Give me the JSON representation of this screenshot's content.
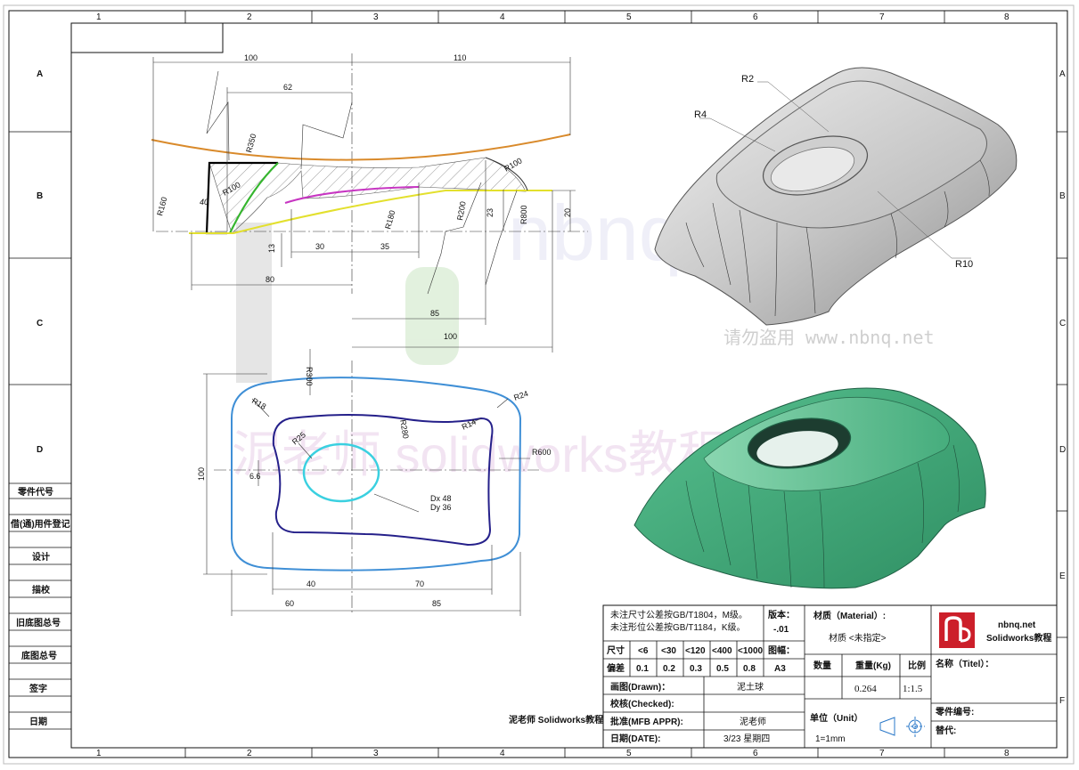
{
  "zone_columns": [
    "1",
    "2",
    "3",
    "4",
    "5",
    "6",
    "7",
    "8"
  ],
  "zone_rows": [
    "A",
    "B",
    "C",
    "D",
    "E",
    "F"
  ],
  "left_strip": {
    "labels": [
      "零件代号",
      "借(通)用件登记",
      "设计",
      "描校",
      "旧底图总号",
      "底图总号",
      "签字",
      "日期"
    ]
  },
  "top_view": {
    "dims": {
      "d100": "100",
      "d110": "110",
      "d62": "62",
      "r350": "R350",
      "r160": "R160",
      "r100a": "R100",
      "r100b": "R100",
      "d40": "40",
      "r180": "R180",
      "r200": "R200",
      "r800": "R800",
      "d23": "23",
      "d20": "20",
      "d13": "13",
      "d30": "30",
      "d35": "35",
      "d80": "80",
      "d85": "85",
      "d100b": "100"
    },
    "colors": {
      "orange": "#d98a2b",
      "green": "#35b52e",
      "magenta": "#c735c2",
      "yellow": "#e3e02e"
    }
  },
  "plan_view": {
    "dims": {
      "r300": "R300",
      "r18": "R18",
      "r24": "R24",
      "r280": "R280",
      "r25": "R25",
      "r14": "R14",
      "r600": "R600",
      "d100": "100",
      "d66": "6.6",
      "dx": "Dx 48",
      "dy": "Dy 36",
      "d40": "40",
      "d70": "70",
      "d60": "60",
      "d85": "85"
    },
    "colors": {
      "outer": "#3f8fd6",
      "inner": "#25208a",
      "hole": "#3ad0e0"
    }
  },
  "iso_view": {
    "labels": {
      "r2": "R2",
      "r4": "R4",
      "r10": "R10"
    }
  },
  "watermarks": {
    "url_cn": "请勿盗用 www.nbnq.net",
    "brand_big": "nbnq.net",
    "cn_mid": "泥老师 solidworks教程"
  },
  "credit": "泥老师 Solidworks教程",
  "title_block": {
    "note_line1": "未注尺寸公差按GB/T1804，M级。",
    "note_line2": "未注形位公差按GB/T1184，K级。",
    "version_label": "版本：",
    "version_value": "-.01",
    "tol_head": [
      "尺寸",
      "<6",
      "<30",
      "<120",
      "<400",
      "<1000"
    ],
    "tol_vals": [
      "偏差",
      "0.1",
      "0.2",
      "0.3",
      "0.5",
      "0.8"
    ],
    "sheet_label": "图幅：",
    "sheet_value": "A3",
    "material_label": "材质（Material）:",
    "material_value": "材质 <未指定>",
    "qty_label": "数量",
    "weight_label": "重量(Kg)",
    "scale_label": "比例",
    "weight_value": "0.264",
    "scale_value": "1:1.5",
    "drawn_label": "画图(Drawn)：",
    "drawn_value": "泥土球",
    "checked_label": "校核(Checked):",
    "appr_label": "批准(MFB APPR):",
    "appr_value": "泥老师",
    "date_label": "日期(DATE):",
    "date_value": "3/23  星期四",
    "unit_label": "单位（Unit）",
    "unit_value": "1=1mm",
    "logo_line1": "nbnq.net",
    "logo_line2": "Solidworks教程",
    "name_label": "名称（Titel）：",
    "part_no_label": "零件编号:",
    "replace_label": "替代:"
  }
}
